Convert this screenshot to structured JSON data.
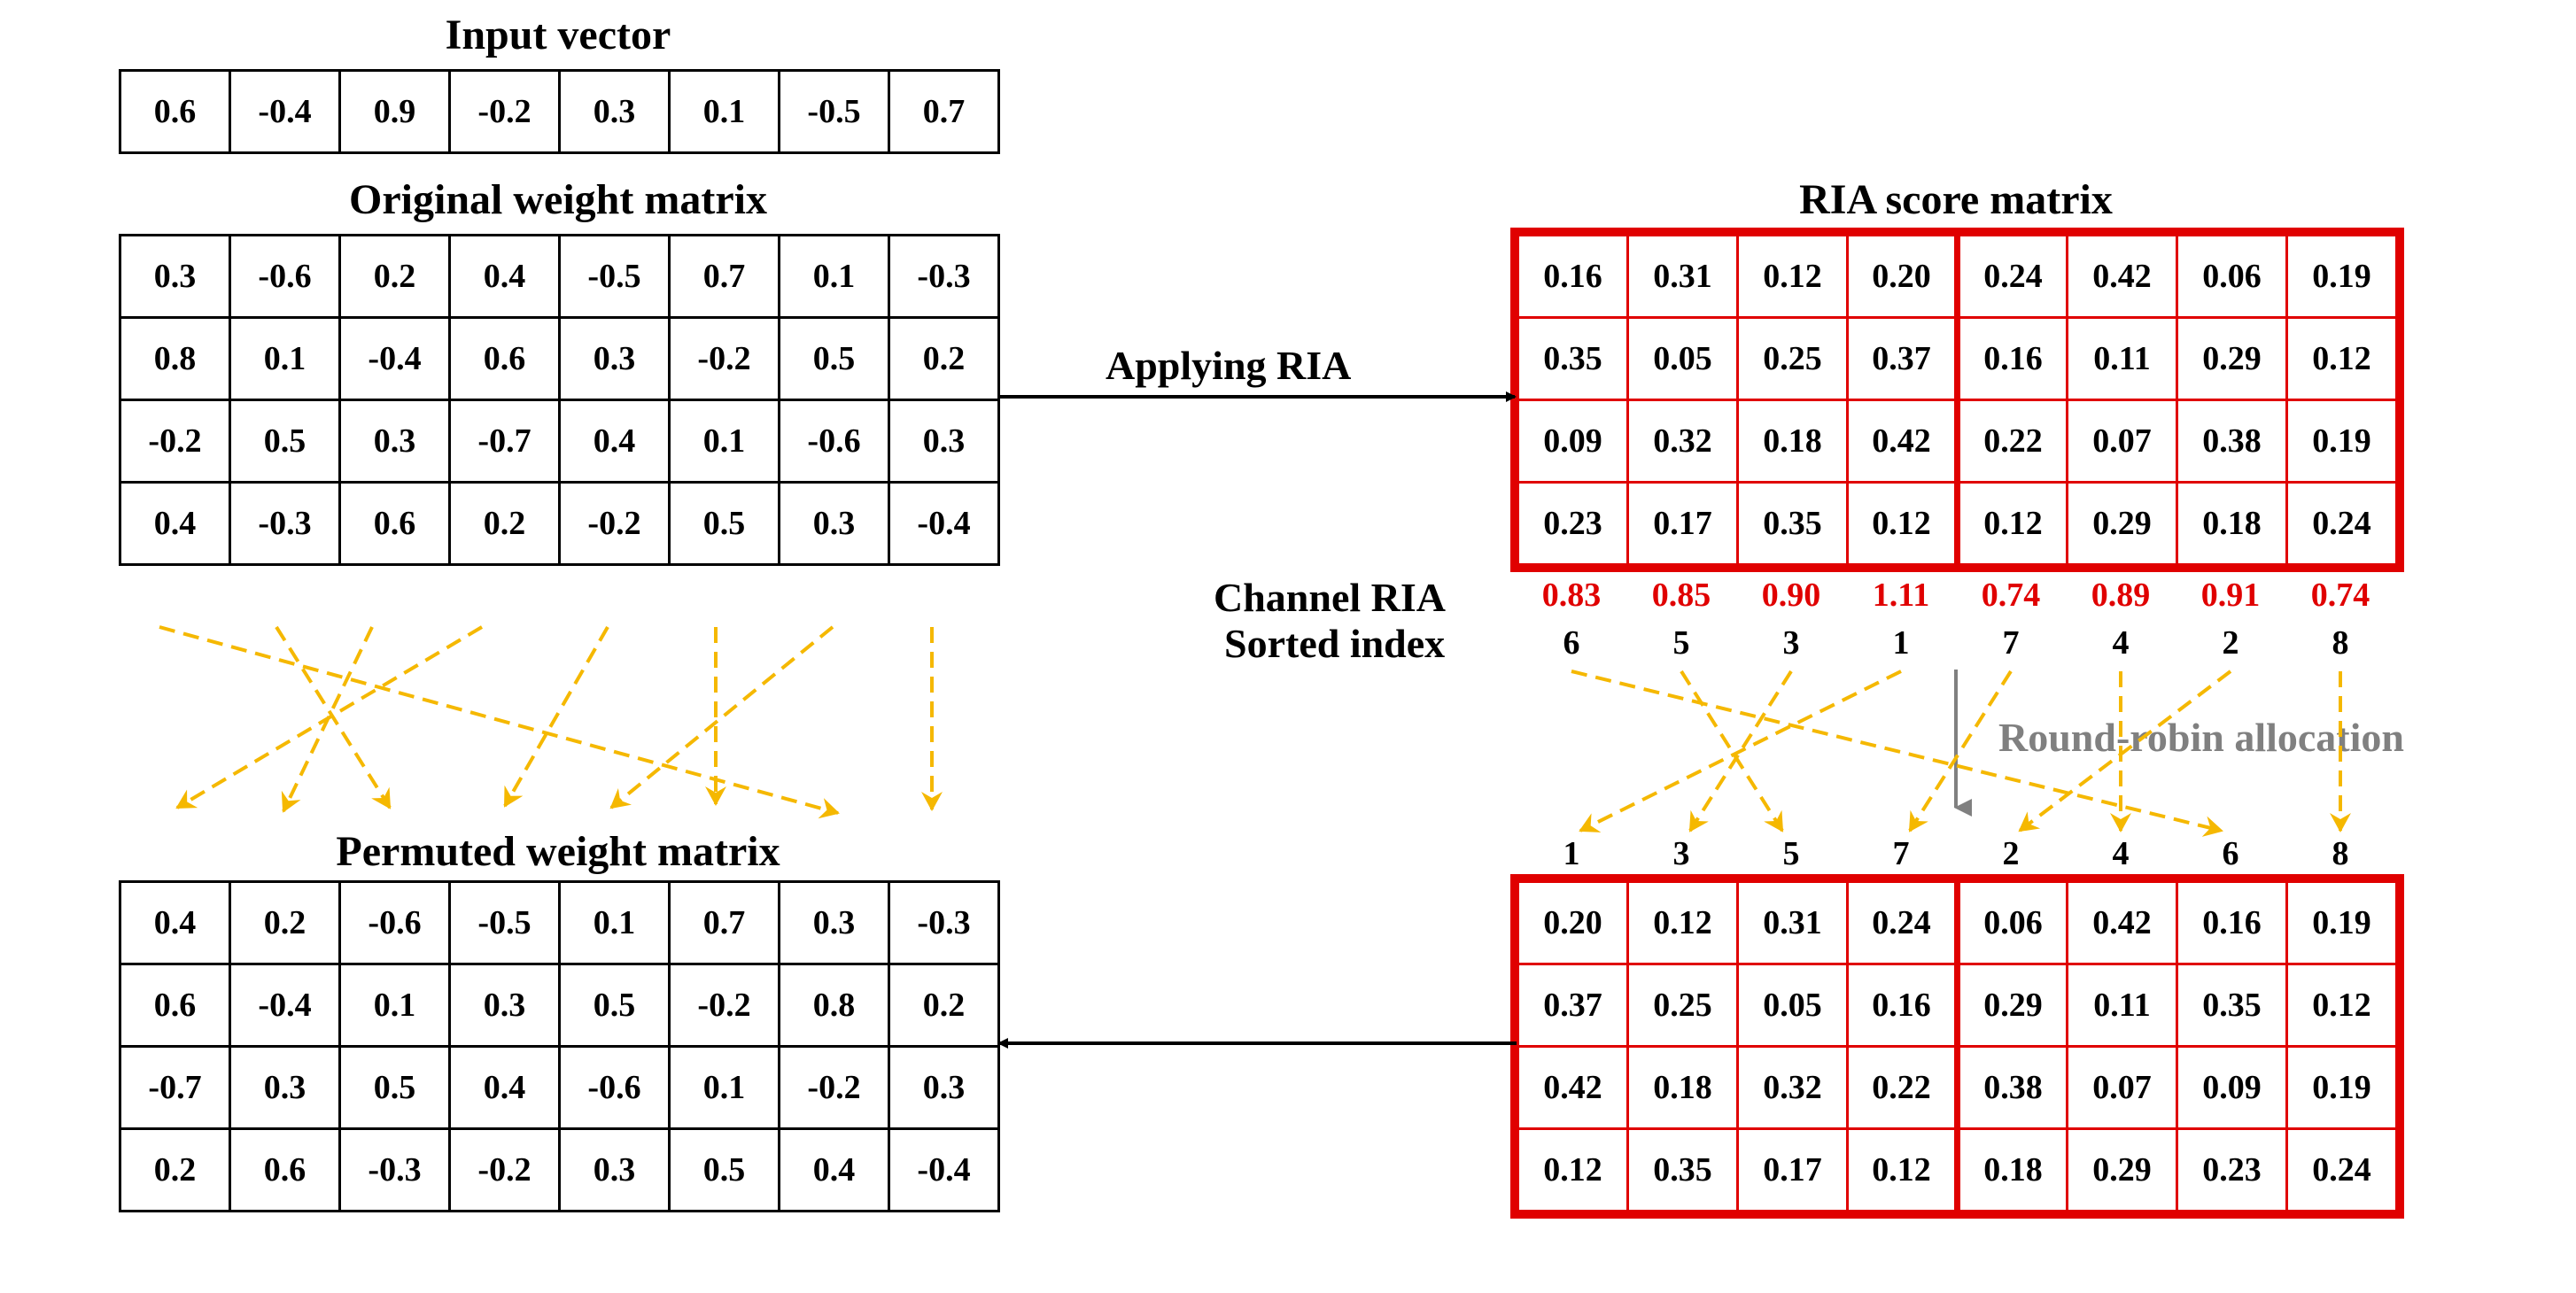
{
  "input_title": "Input vector",
  "input_vector": [
    "0.6",
    "-0.4",
    "0.9",
    "-0.2",
    "0.3",
    "0.1",
    "-0.5",
    "0.7"
  ],
  "original_title": "Original weight matrix",
  "original_matrix": [
    [
      "0.3",
      "-0.6",
      "0.2",
      "0.4",
      "-0.5",
      "0.7",
      "0.1",
      "-0.3"
    ],
    [
      "0.8",
      "0.1",
      "-0.4",
      "0.6",
      "0.3",
      "-0.2",
      "0.5",
      "0.2"
    ],
    [
      "-0.2",
      "0.5",
      "0.3",
      "-0.7",
      "0.4",
      "0.1",
      "-0.6",
      "0.3"
    ],
    [
      "0.4",
      "-0.3",
      "0.6",
      "0.2",
      "-0.2",
      "0.5",
      "0.3",
      "-0.4"
    ]
  ],
  "applying_label": "Applying RIA",
  "ria_title": "RIA score matrix",
  "ria_matrix": [
    [
      "0.16",
      "0.31",
      "0.12",
      "0.20",
      "0.24",
      "0.42",
      "0.06",
      "0.19"
    ],
    [
      "0.35",
      "0.05",
      "0.25",
      "0.37",
      "0.16",
      "0.11",
      "0.29",
      "0.12"
    ],
    [
      "0.09",
      "0.32",
      "0.18",
      "0.42",
      "0.22",
      "0.07",
      "0.38",
      "0.19"
    ],
    [
      "0.23",
      "0.17",
      "0.35",
      "0.12",
      "0.12",
      "0.29",
      "0.18",
      "0.24"
    ]
  ],
  "channel_label": "Channel RIA",
  "channel_values": [
    "0.83",
    "0.85",
    "0.90",
    "1.11",
    "0.74",
    "0.89",
    "0.91",
    "0.74"
  ],
  "sorted_label": "Sorted index",
  "sorted_index": [
    "6",
    "5",
    "3",
    "1",
    "7",
    "4",
    "2",
    "8"
  ],
  "round_robin_label": "Round-robin allocation",
  "permuted_order": [
    "1",
    "3",
    "5",
    "7",
    "2",
    "4",
    "6",
    "8"
  ],
  "permuted_ria_matrix": [
    [
      "0.20",
      "0.12",
      "0.31",
      "0.24",
      "0.06",
      "0.42",
      "0.16",
      "0.19"
    ],
    [
      "0.37",
      "0.25",
      "0.05",
      "0.16",
      "0.29",
      "0.11",
      "0.35",
      "0.12"
    ],
    [
      "0.42",
      "0.18",
      "0.32",
      "0.22",
      "0.38",
      "0.07",
      "0.09",
      "0.19"
    ],
    [
      "0.12",
      "0.35",
      "0.17",
      "0.12",
      "0.18",
      "0.29",
      "0.23",
      "0.24"
    ]
  ],
  "permuted_title": "Permuted weight matrix",
  "permuted_matrix": [
    [
      "0.4",
      "0.2",
      "-0.6",
      "-0.5",
      "0.1",
      "0.7",
      "0.3",
      "-0.3"
    ],
    [
      "0.6",
      "-0.4",
      "0.1",
      "0.3",
      "0.5",
      "-0.2",
      "0.8",
      "0.2"
    ],
    [
      "-0.7",
      "0.3",
      "0.5",
      "0.4",
      "-0.6",
      "0.1",
      "-0.2",
      "0.3"
    ],
    [
      "0.2",
      "0.6",
      "-0.3",
      "-0.2",
      "0.3",
      "0.5",
      "0.4",
      "-0.4"
    ]
  ],
  "colors": {
    "highlight": "#e00000",
    "arrow_dashed": "#f5b800",
    "gray_arrow": "#808080"
  }
}
